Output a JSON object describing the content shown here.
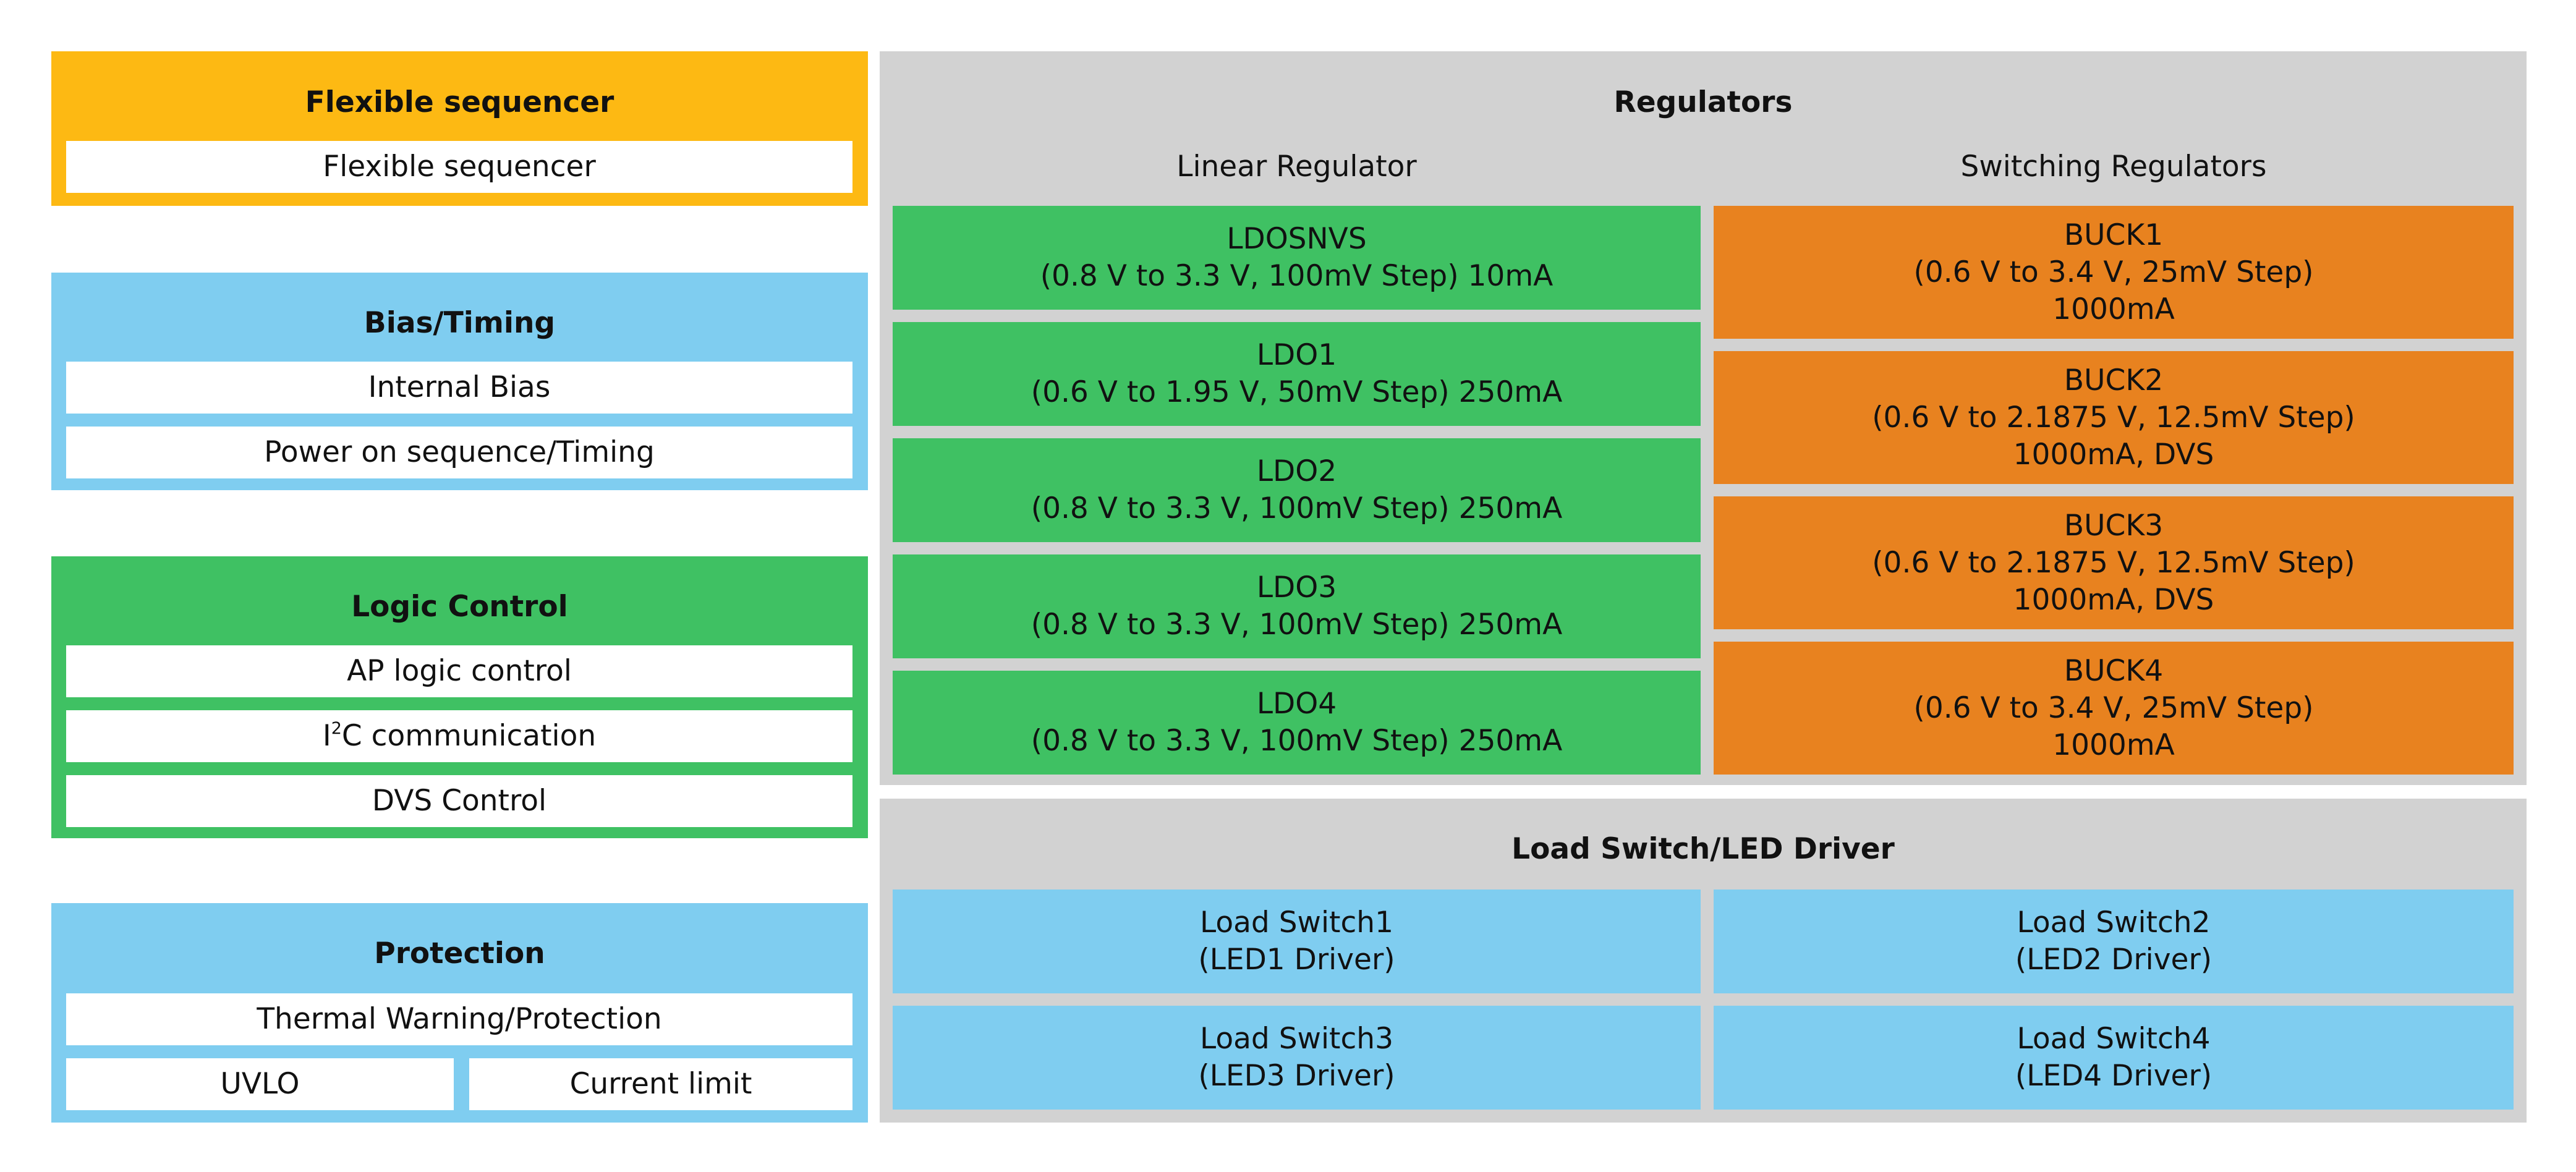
{
  "colors": {
    "yellow": "#FDB913",
    "blue": "#7FCDF0",
    "green": "#3FC163",
    "orange": "#E8821F",
    "gray": "#D2D2D2",
    "white": "#FFFFFF"
  },
  "left": {
    "sequencer": {
      "title": "Flexible sequencer",
      "items": [
        "Flexible sequencer"
      ]
    },
    "bias": {
      "title": "Bias/Timing",
      "items": [
        "Internal Bias",
        "Power on sequence/Timing"
      ]
    },
    "logic": {
      "title": "Logic Control",
      "items": [
        "AP logic control",
        "I",
        "2",
        "C communication",
        "DVS Control"
      ]
    },
    "protection": {
      "title": "Protection",
      "items": [
        "Thermal Warning/Protection",
        "UVLO",
        "Current limit"
      ]
    }
  },
  "regulators": {
    "title": "Regulators",
    "linear": {
      "title": "Linear Regulator",
      "blocks": [
        {
          "name": "LDOSNVS",
          "spec": "(0.8 V to 3.3 V, 100mV Step) 10mA"
        },
        {
          "name": "LDO1",
          "spec": "(0.6 V to 1.95 V, 50mV Step) 250mA"
        },
        {
          "name": "LDO2",
          "spec": "(0.8 V to 3.3 V, 100mV Step) 250mA"
        },
        {
          "name": "LDO3",
          "spec": "(0.8 V to 3.3 V, 100mV Step) 250mA"
        },
        {
          "name": "LDO4",
          "spec": "(0.8 V to 3.3 V, 100mV Step) 250mA"
        }
      ]
    },
    "switching": {
      "title": "Switching Regulators",
      "blocks": [
        {
          "name": "BUCK1",
          "spec": "(0.6 V to 3.4 V, 25mV Step)",
          "rating": "1000mA"
        },
        {
          "name": "BUCK2",
          "spec": "(0.6 V to 2.1875 V, 12.5mV Step)",
          "rating": "1000mA, DVS"
        },
        {
          "name": "BUCK3",
          "spec": "(0.6 V to 2.1875 V, 12.5mV Step)",
          "rating": "1000mA, DVS"
        },
        {
          "name": "BUCK4",
          "spec": "(0.6 V to 3.4 V, 25mV Step)",
          "rating": "1000mA"
        }
      ]
    }
  },
  "load_switch": {
    "title": "Load Switch/LED Driver",
    "blocks": [
      {
        "name": "Load Switch1",
        "sub": "(LED1 Driver)"
      },
      {
        "name": "Load Switch2",
        "sub": "(LED2 Driver)"
      },
      {
        "name": "Load Switch3",
        "sub": "(LED3 Driver)"
      },
      {
        "name": "Load Switch4",
        "sub": "(LED4 Driver)"
      }
    ]
  }
}
